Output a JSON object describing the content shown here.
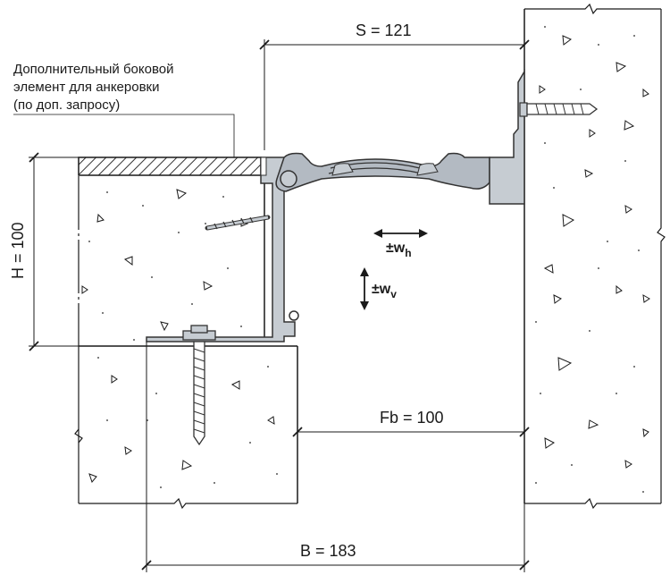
{
  "dimensions": {
    "s": "S = 121",
    "h": "H = 100",
    "fb": "Fb = 100",
    "b": "B = 183"
  },
  "note": {
    "line1": "Дополнительный боковой",
    "line2": "элемент для анкеровки",
    "line3": "(по доп. запросу)"
  },
  "motion": {
    "horizontal": "±w",
    "horizontal_sub": "h",
    "vertical": "±w",
    "vertical_sub": "v"
  },
  "colors": {
    "profile_fill": "#c6ccd2",
    "profile_stroke": "#333333",
    "gland_fill": "#b3bac2",
    "concrete_fill": "#ffffff",
    "line": "#1a1a1a",
    "hatch": "#333333"
  }
}
